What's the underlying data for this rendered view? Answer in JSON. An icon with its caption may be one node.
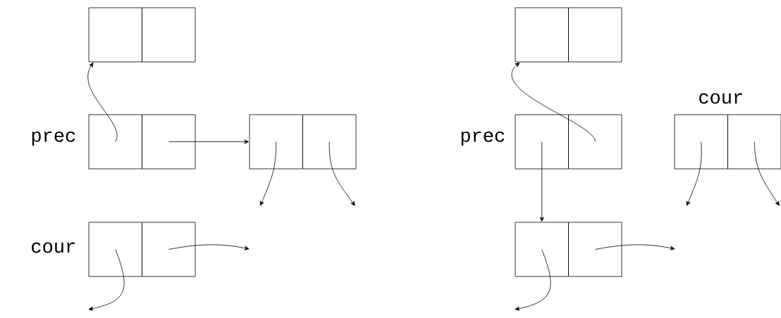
{
  "diagram": {
    "nodes": [
      {
        "text": [],
        "shape": "box"
      },
      {
        "text": [],
        "shape": "box"
      },
      {
        "text": [],
        "shape": "box",
        "beside": [
          "prec"
        ]
      },
      {
        "text": [],
        "shape": "box"
      },
      {
        "text": [],
        "shape": "box"
      },
      {
        "text": [],
        "shape": "box"
      },
      {
        "text": [],
        "shape": "box",
        "beside": [
          "cour"
        ]
      },
      {
        "text": [],
        "shape": "box"
      },
      {
        "text": [],
        "shape": "box"
      },
      {
        "text": [],
        "shape": "box"
      },
      {
        "text": [],
        "shape": "box",
        "beside": [
          "prec"
        ]
      },
      {
        "text": [],
        "shape": "box"
      },
      {
        "text": [],
        "shape": "box",
        "beside": [
          "cour"
        ]
      },
      {
        "text": [],
        "shape": "box"
      },
      {
        "text": [],
        "shape": "box"
      },
      {
        "text": [],
        "shape": "box"
      }
    ],
    "edges": [
      {
        "from": 2,
        "to": 0,
        "arrow": "to"
      },
      {
        "from": 3,
        "to": 4,
        "arrow": "to"
      },
      {
        "from": 4,
        "to": null,
        "arrow": "to"
      },
      {
        "from": 5,
        "to": null,
        "arrow": "to"
      },
      {
        "from": 6,
        "to": null,
        "arrow": "to"
      },
      {
        "from": 7,
        "to": null,
        "arrow": "to"
      },
      {
        "from": 11,
        "to": 8,
        "arrow": "to"
      },
      {
        "from": 10,
        "to": 14,
        "arrow": "to"
      },
      {
        "from": 12,
        "to": null,
        "arrow": "to"
      },
      {
        "from": 13,
        "to": null,
        "arrow": "to"
      },
      {
        "from": 14,
        "to": null,
        "arrow": "to"
      },
      {
        "from": 15,
        "to": null,
        "arrow": "to"
      }
    ]
  }
}
